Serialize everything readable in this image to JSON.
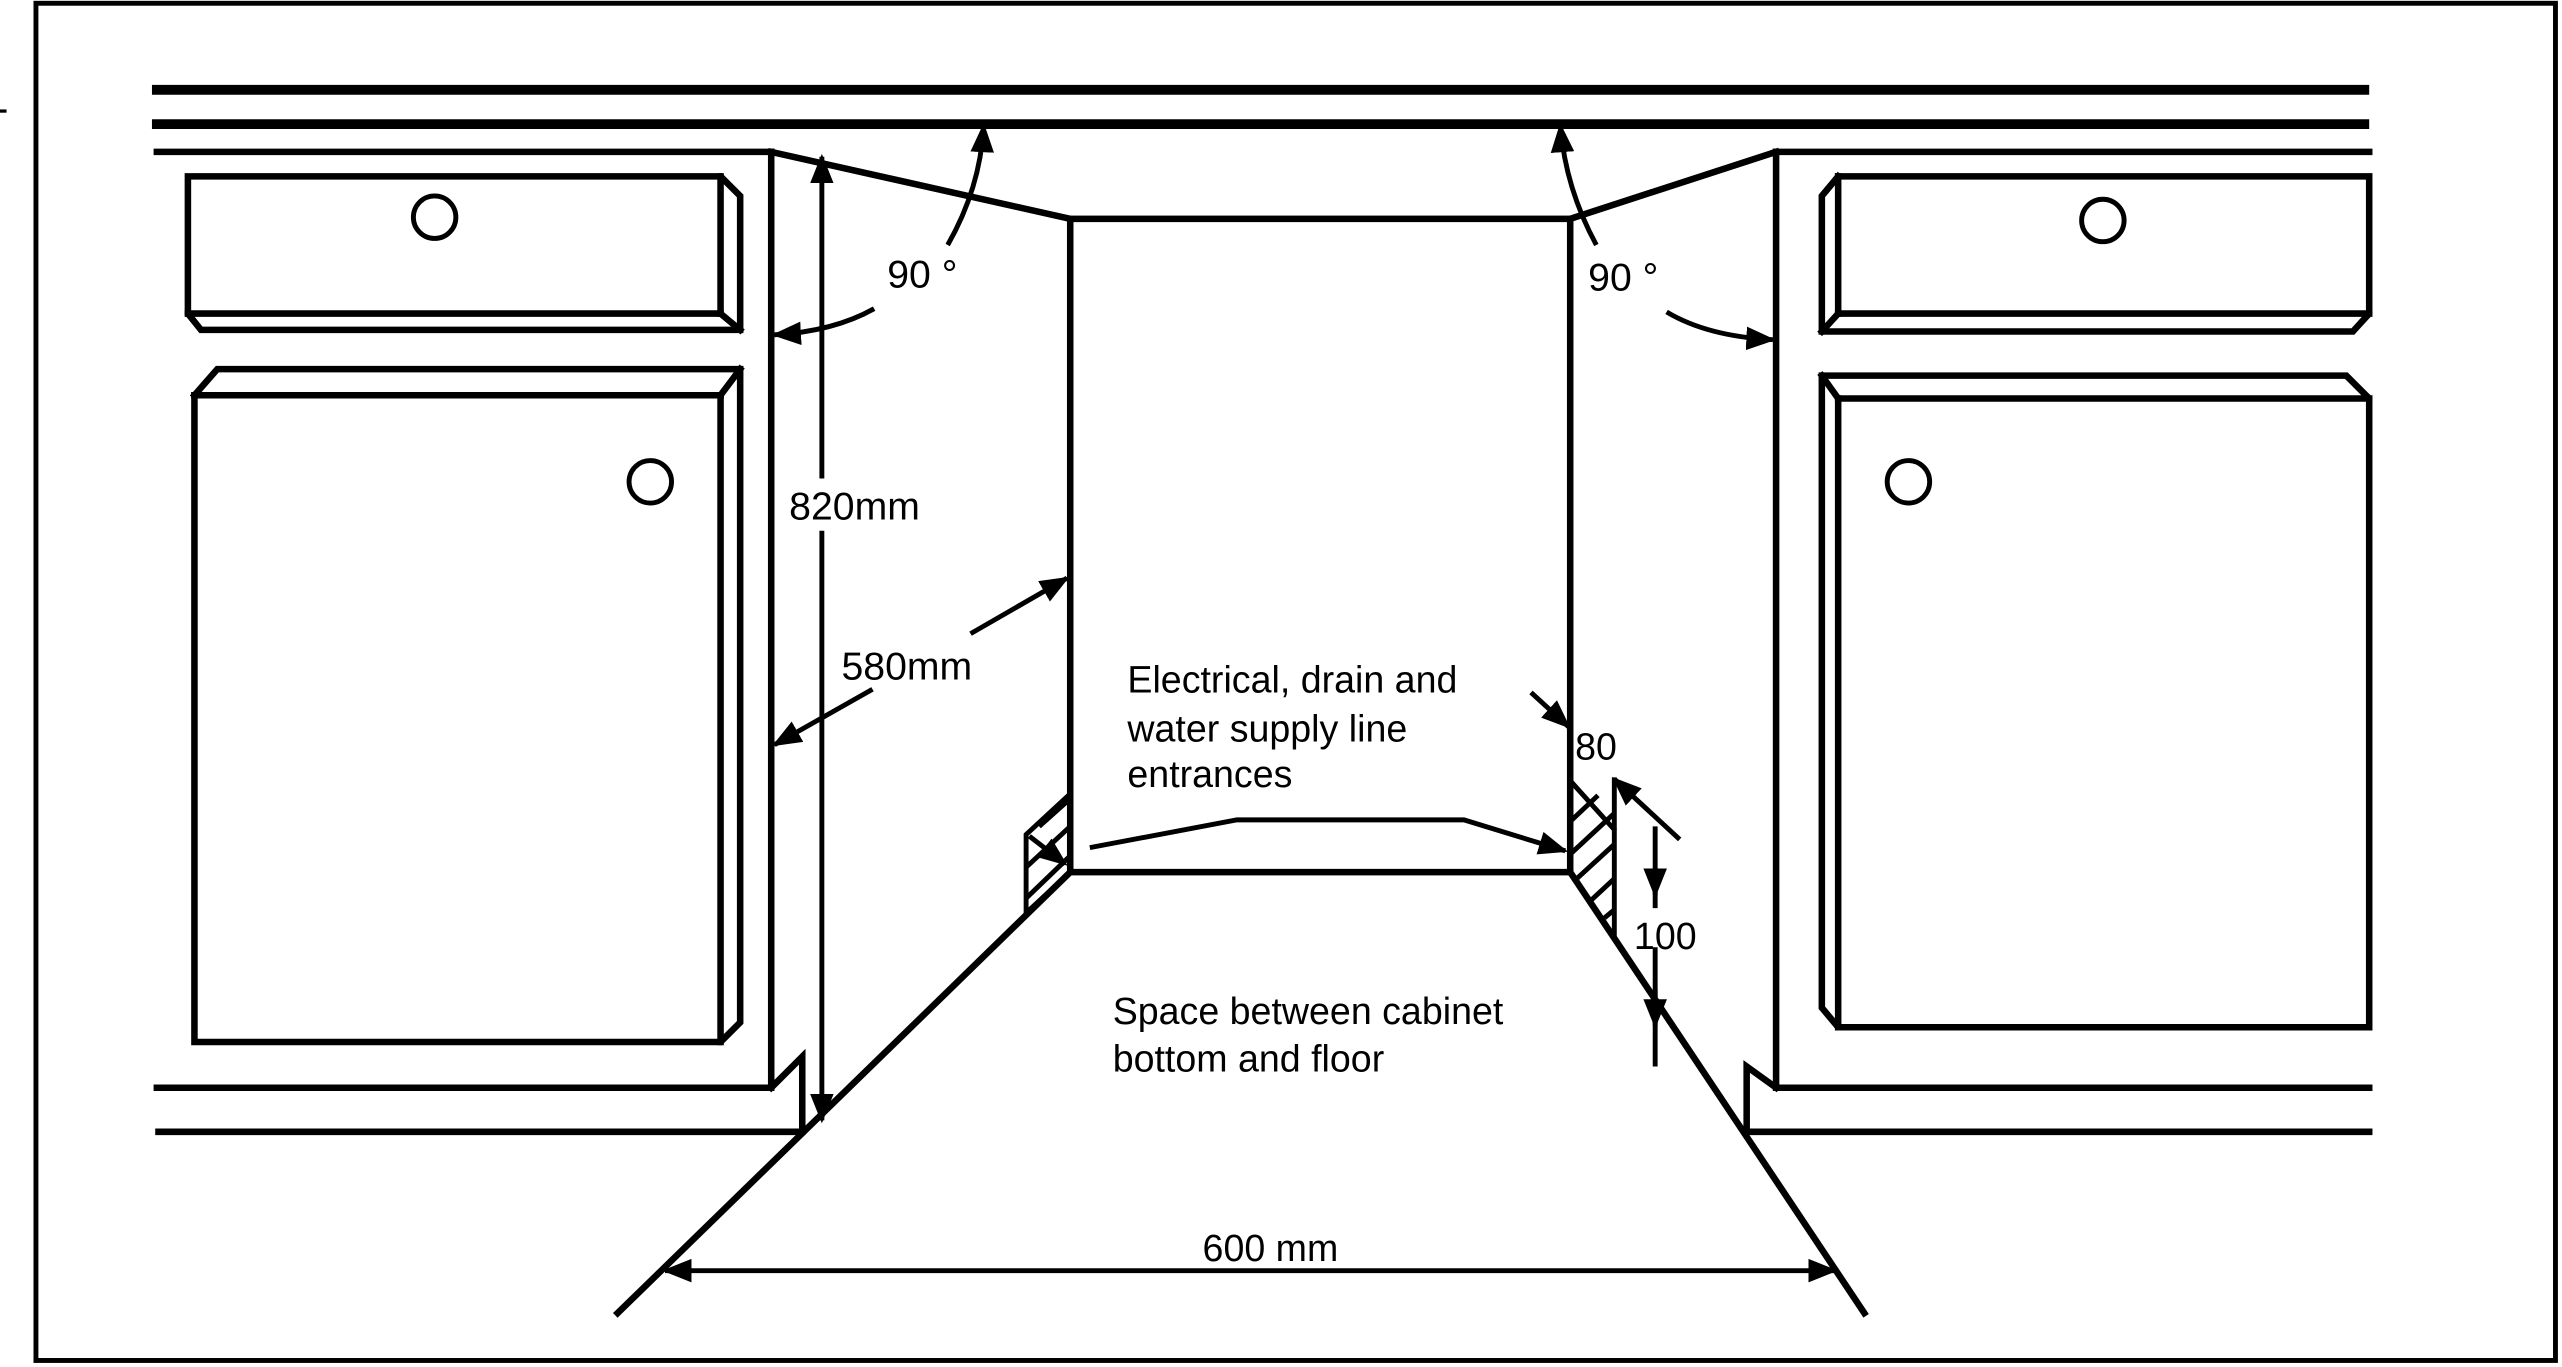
{
  "labels": {
    "angle_left": "90 °",
    "angle_right": "90 °",
    "height": "820mm",
    "depth": "580mm",
    "services_line1": "Electrical, drain and",
    "services_line2": "water supply line",
    "services_line3": "entrances",
    "dim_80": "80",
    "dim_100": "100",
    "floor_line1": "Space between cabinet",
    "floor_line2": "bottom and floor",
    "width": "600 mm"
  },
  "colors": {
    "line": "#000000",
    "background": "#ffffff"
  }
}
